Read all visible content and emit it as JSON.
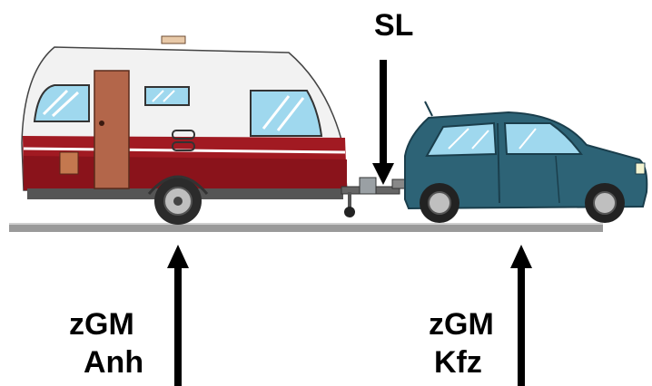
{
  "labels": {
    "support_load": "SL",
    "trailer_axle_line1": "zGM",
    "trailer_axle_line2": "Anh",
    "car_axle_line1": "zGM",
    "car_axle_line2": "Kfz"
  },
  "colors": {
    "caravan_body": "#f2f2f2",
    "caravan_stripe": "#a11a22",
    "caravan_door": "#b3664a",
    "car_body": "#2d6376",
    "window_blue": "#9fd8ee",
    "road": "#9a9a9a",
    "arrow": "#000000"
  },
  "icons": [
    "caravan-icon",
    "car-icon",
    "tow-hitch-icon",
    "jockey-wheel-icon"
  ]
}
